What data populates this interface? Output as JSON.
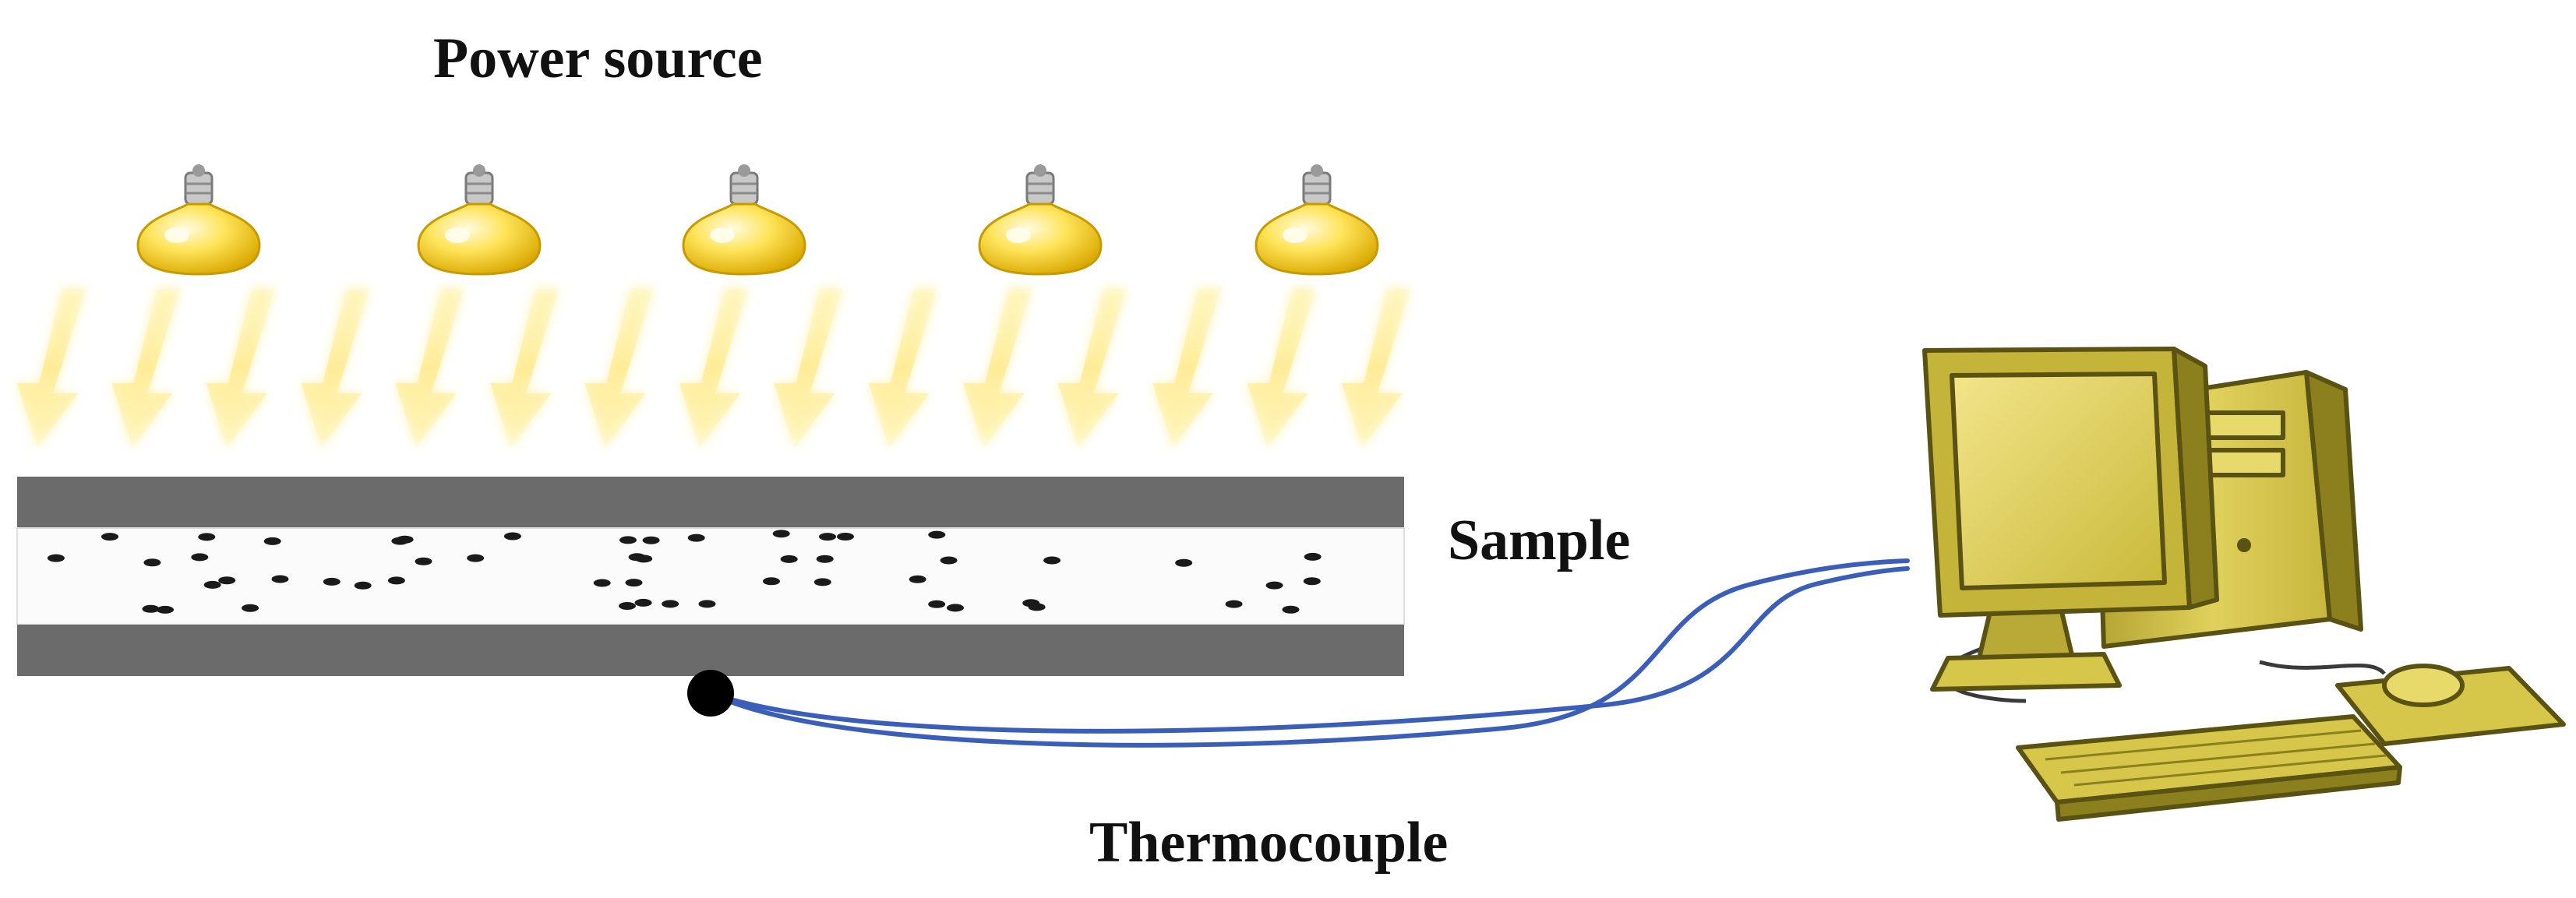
{
  "labels": {
    "power_source": "Power source",
    "sample": "Sample",
    "thermocouple": "Thermocouple"
  },
  "icons": {
    "bulb": "light-bulb-icon",
    "computer": "desktop-computer-icon"
  },
  "colors": {
    "plate": "#6b6b6b",
    "sample_fill": "#fbfbfb",
    "particle": "#1a1a1a",
    "wire": "#3b5fb8",
    "bulb": "#ffd94a",
    "glow": "#fff0a0",
    "computer": "#d6c64a",
    "computer_dark": "#8c7f1e",
    "computer_outline": "#5a5212"
  },
  "counts": {
    "bulbs": 5,
    "arrows": 15,
    "particles": 52
  }
}
